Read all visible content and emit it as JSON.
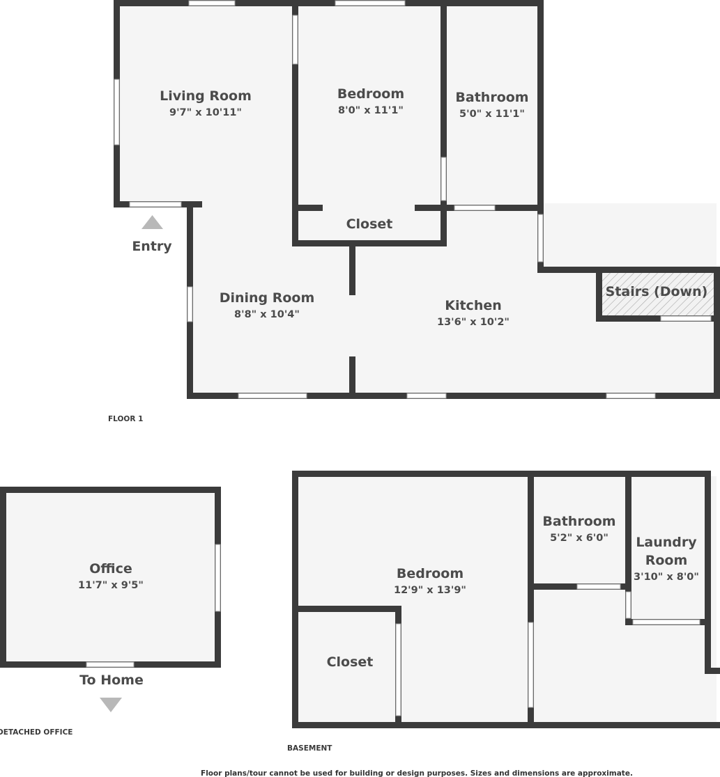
{
  "floor1": {
    "label": "FLOOR 1",
    "rooms": {
      "living_room": {
        "name": "Living Room",
        "dims": "9'7\" x 10'11\""
      },
      "bedroom": {
        "name": "Bedroom",
        "dims": "8'0\" x 11'1\""
      },
      "bathroom": {
        "name": "Bathroom",
        "dims": "5'0\" x 11'1\""
      },
      "closet": {
        "name": "Closet"
      },
      "dining_room": {
        "name": "Dining Room",
        "dims": "8'8\" x 10'4\""
      },
      "kitchen": {
        "name": "Kitchen",
        "dims": "13'6\" x 10'2\""
      },
      "stairs": {
        "name": "Stairs (Down)"
      }
    },
    "entry_label": "Entry"
  },
  "detached_office": {
    "label": "DETACHED OFFICE",
    "rooms": {
      "office": {
        "name": "Office",
        "dims": "11'7\" x 9'5\""
      }
    },
    "to_home_label": "To Home"
  },
  "basement": {
    "label": "BASEMENT",
    "rooms": {
      "bedroom": {
        "name": "Bedroom",
        "dims": "12'9\" x 13'9\""
      },
      "bathroom": {
        "name": "Bathroom",
        "dims": "5'2\" x 6'0\""
      },
      "laundry_room": {
        "name_line1": "Laundry",
        "name_line2": "Room",
        "dims": "3'10\" x 8'0\""
      },
      "closet": {
        "name": "Closet"
      }
    }
  },
  "disclaimer": "Floor plans/tour cannot be used for building or design purposes. Sizes and dimensions are approximate.",
  "colors": {
    "wall": "#3b3b3b",
    "floor": "#f5f5f5",
    "text": "#4b4b4b",
    "arrow": "#b8b8b8"
  }
}
